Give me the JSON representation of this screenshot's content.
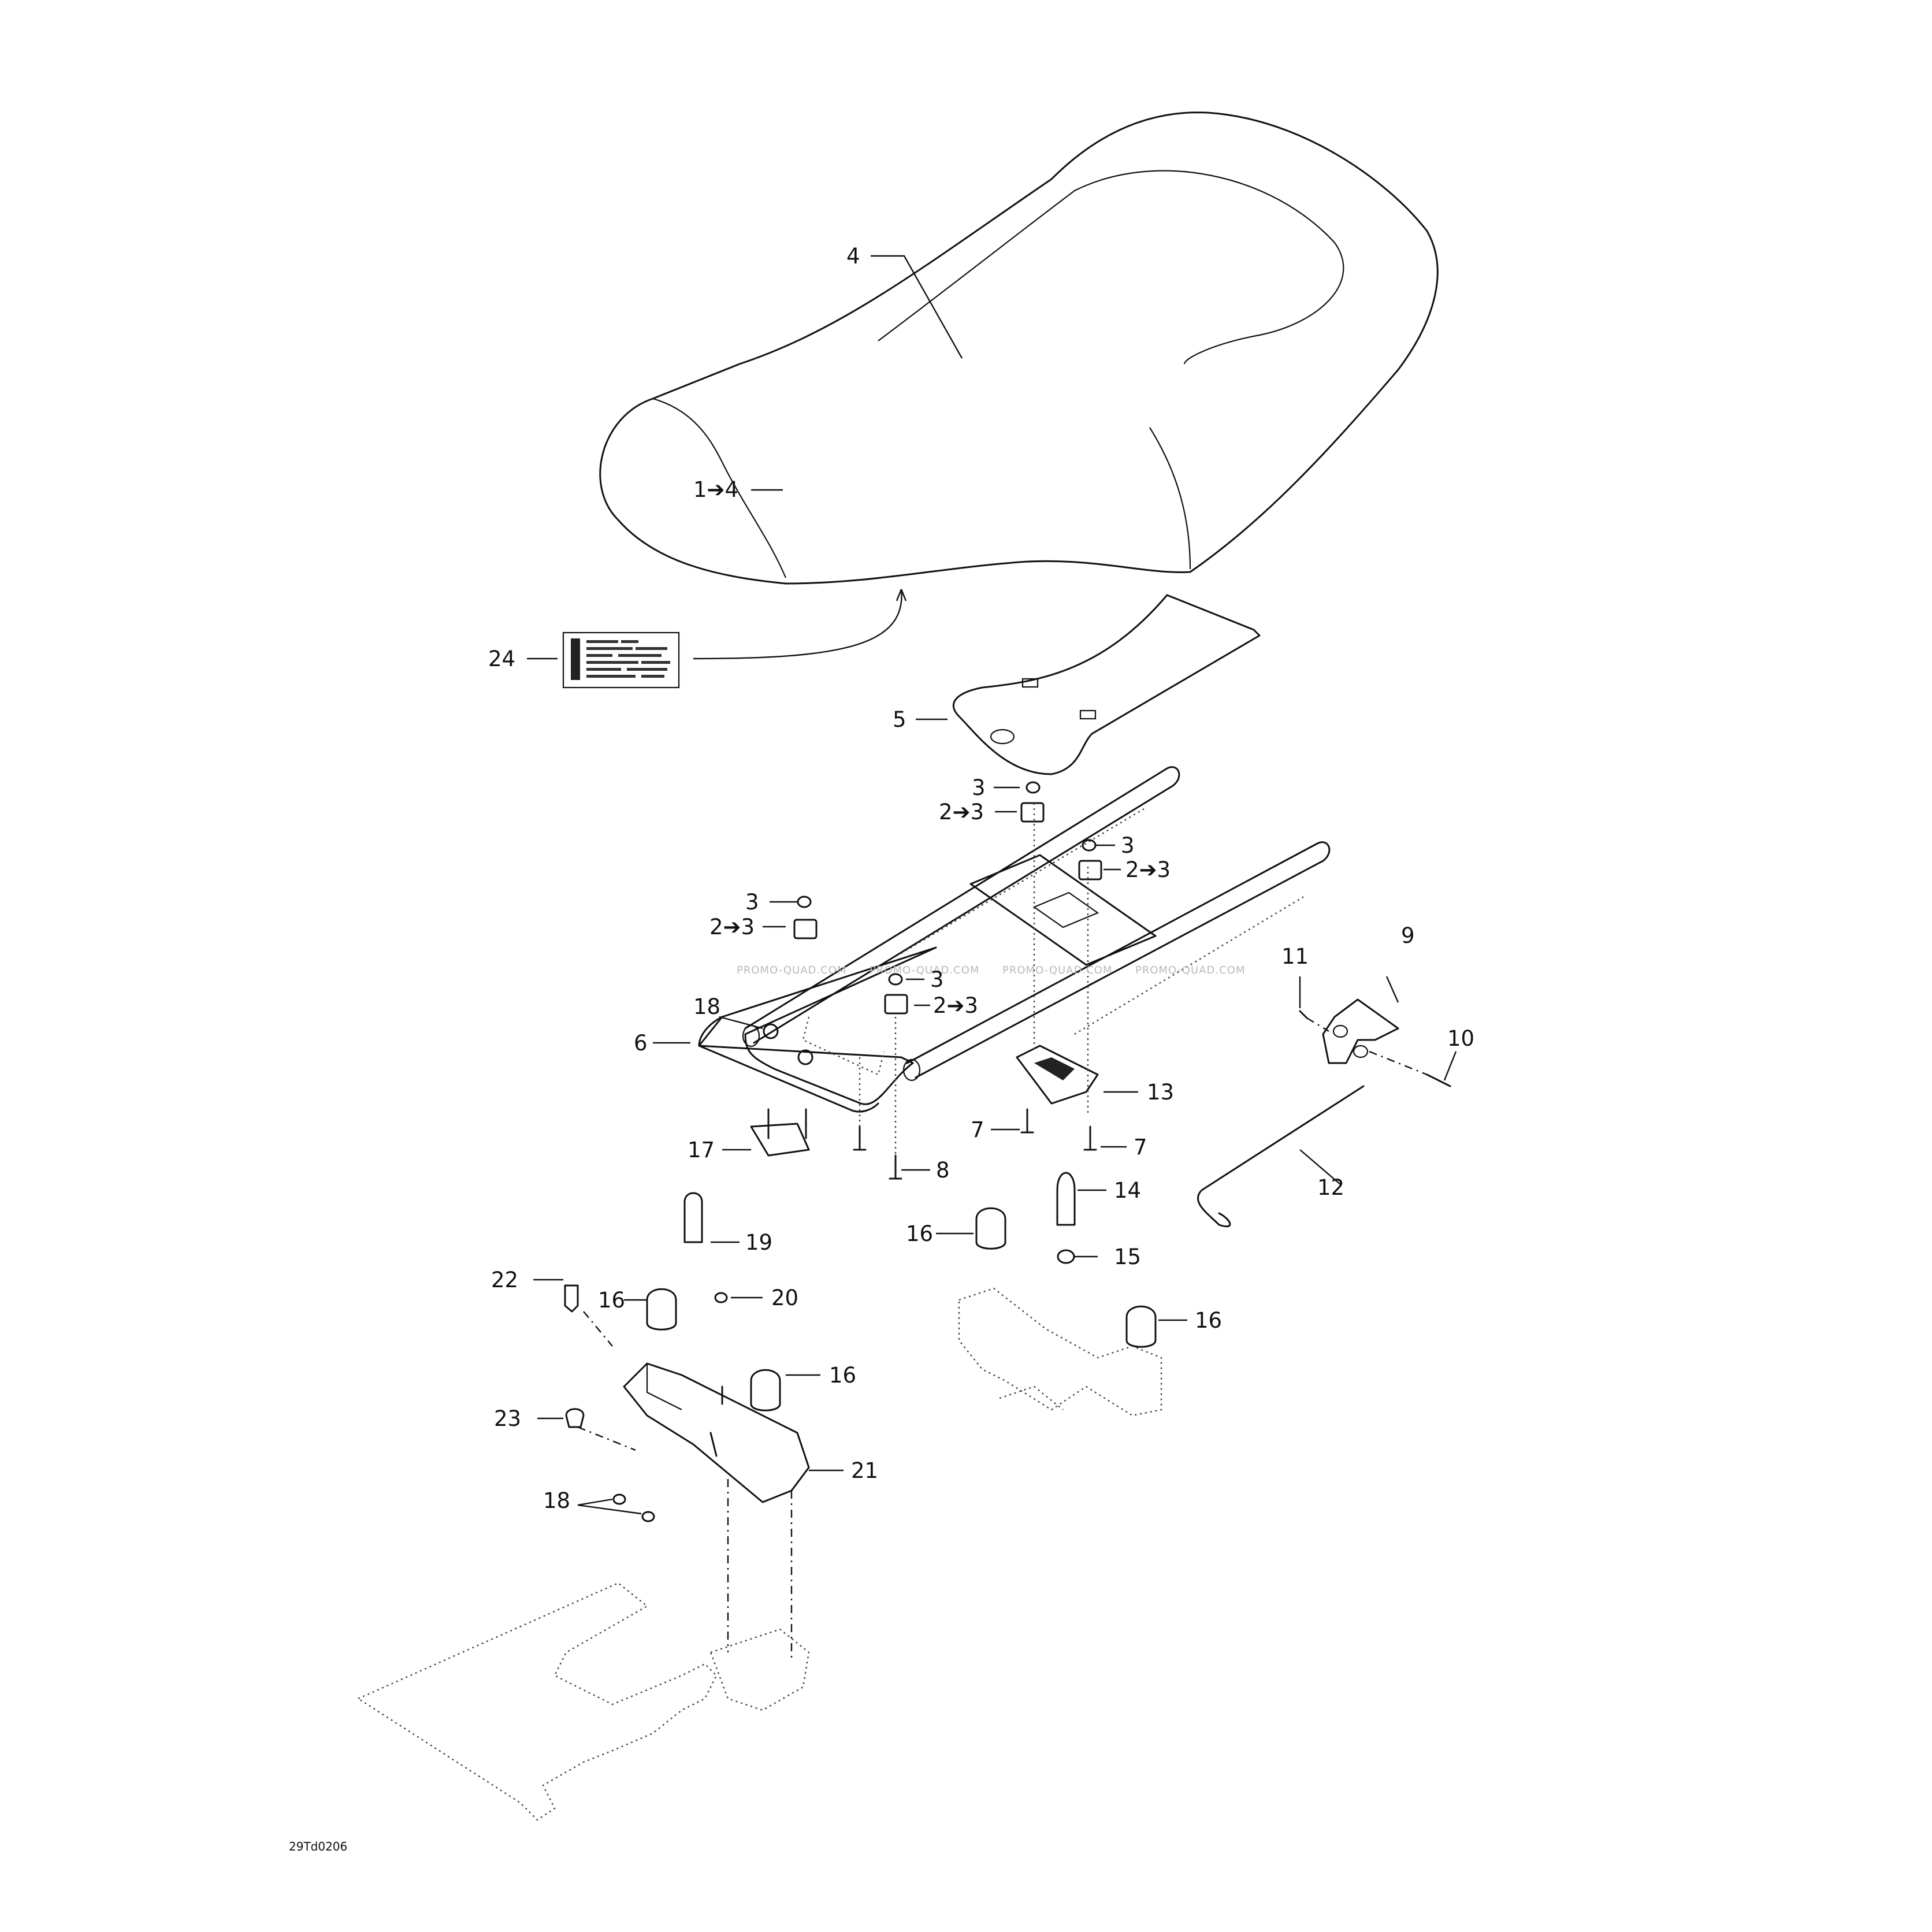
{
  "drawing_code": "29Td0206",
  "watermark": "PROMO-QUAD.COM",
  "callouts": [
    {
      "id": "c-4-top",
      "text": "4"
    },
    {
      "id": "c-1-4",
      "text": "1➔4"
    },
    {
      "id": "c-24",
      "text": "24"
    },
    {
      "id": "c-5",
      "text": "5"
    },
    {
      "id": "c-3-a",
      "text": "3"
    },
    {
      "id": "c-2-3-a",
      "text": "2➔3"
    },
    {
      "id": "c-3-b",
      "text": "3"
    },
    {
      "id": "c-2-3-b",
      "text": "2➔3"
    },
    {
      "id": "c-3-c",
      "text": "3"
    },
    {
      "id": "c-2-3-c",
      "text": "2➔3"
    },
    {
      "id": "c-3-d",
      "text": "3"
    },
    {
      "id": "c-2-3-d",
      "text": "2➔3"
    },
    {
      "id": "c-18-a",
      "text": "18"
    },
    {
      "id": "c-6",
      "text": "6"
    },
    {
      "id": "c-17",
      "text": "17"
    },
    {
      "id": "c-8",
      "text": "8"
    },
    {
      "id": "c-7-a",
      "text": "7"
    },
    {
      "id": "c-7-b",
      "text": "7"
    },
    {
      "id": "c-13",
      "text": "13"
    },
    {
      "id": "c-9",
      "text": "9"
    },
    {
      "id": "c-11",
      "text": "11"
    },
    {
      "id": "c-10",
      "text": "10"
    },
    {
      "id": "c-12",
      "text": "12"
    },
    {
      "id": "c-14",
      "text": "14"
    },
    {
      "id": "c-15",
      "text": "15"
    },
    {
      "id": "c-16-a",
      "text": "16"
    },
    {
      "id": "c-16-b",
      "text": "16"
    },
    {
      "id": "c-16-c",
      "text": "16"
    },
    {
      "id": "c-16-d",
      "text": "16"
    },
    {
      "id": "c-19",
      "text": "19"
    },
    {
      "id": "c-20",
      "text": "20"
    },
    {
      "id": "c-22",
      "text": "22"
    },
    {
      "id": "c-23",
      "text": "23"
    },
    {
      "id": "c-21",
      "text": "21"
    },
    {
      "id": "c-18-b",
      "text": "18"
    }
  ]
}
